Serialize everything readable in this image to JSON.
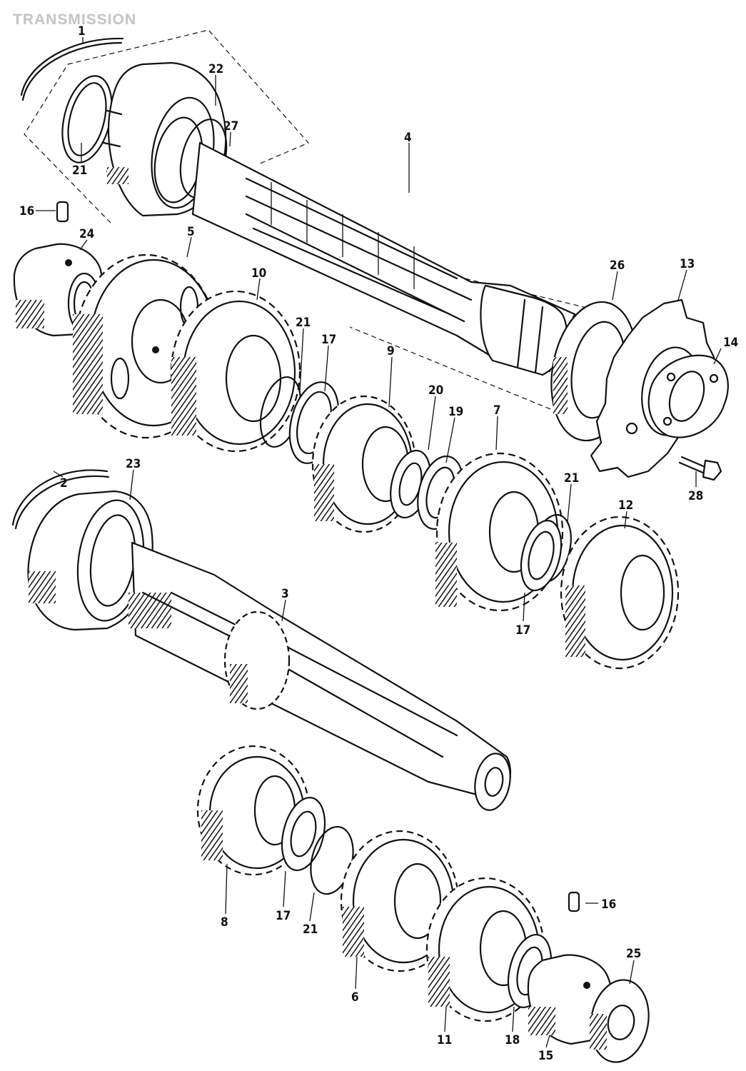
{
  "title": "TRANSMISSION",
  "part_numbers": [
    "1",
    "22",
    "27",
    "4",
    "21",
    "16",
    "24",
    "5",
    "10",
    "26",
    "13",
    "21",
    "17",
    "9",
    "20",
    "19",
    "7",
    "14",
    "28",
    "2",
    "23",
    "21",
    "12",
    "3",
    "17",
    "8",
    "17",
    "21",
    "6",
    "11",
    "18",
    "15",
    "16",
    "25"
  ],
  "colors": {
    "ink": "#111111",
    "paper": "#ffffff",
    "title": "#c4c4c4"
  }
}
